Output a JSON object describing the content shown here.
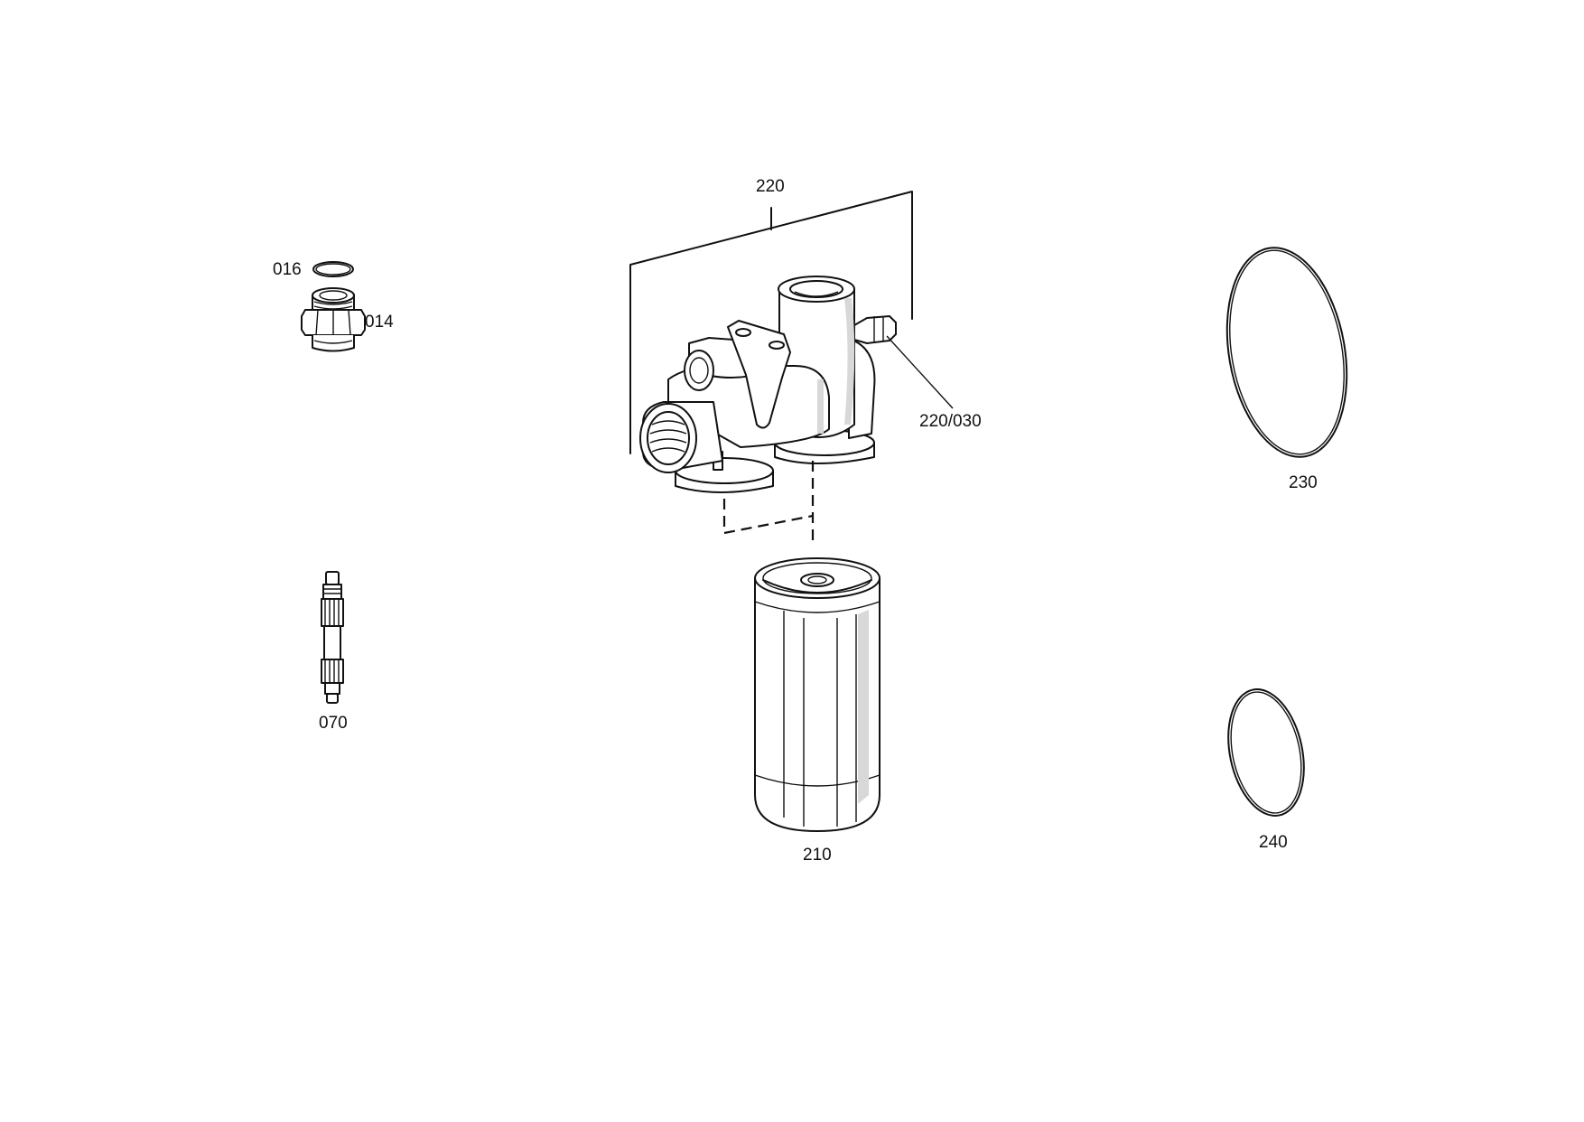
{
  "diagram": {
    "labels": {
      "p016": "016",
      "p014": "014",
      "p070": "070",
      "p220": "220",
      "p220_030": "220/030",
      "p210": "210",
      "p230": "230",
      "p240": "240"
    },
    "colors": {
      "line": "#111111",
      "background": "#ffffff"
    }
  }
}
